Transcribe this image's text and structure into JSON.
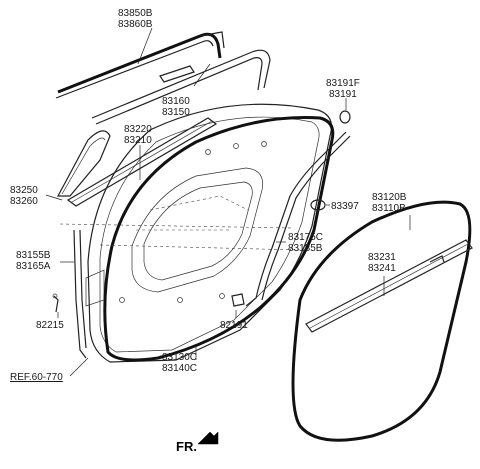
{
  "labels": {
    "p83850b": "83850B",
    "p83860b": "83860B",
    "p83160": "83160",
    "p83150": "83150",
    "p83191f": "83191F",
    "p83191": "83191",
    "p83220": "83220",
    "p83210": "83210",
    "p83250": "83250",
    "p83260": "83260",
    "p83397": "83397",
    "p83120b": "83120B",
    "p83110b": "83110B",
    "p83155b": "83155B",
    "p83165a": "83165A",
    "p83175c": "83175C",
    "p83185b": "83185B",
    "p83231": "83231",
    "p83241": "83241",
    "p82215": "82215",
    "p82191": "82191",
    "p83130c": "83130C",
    "p83140c": "83140C",
    "ref": "REF.60-770",
    "fr": "FR."
  }
}
